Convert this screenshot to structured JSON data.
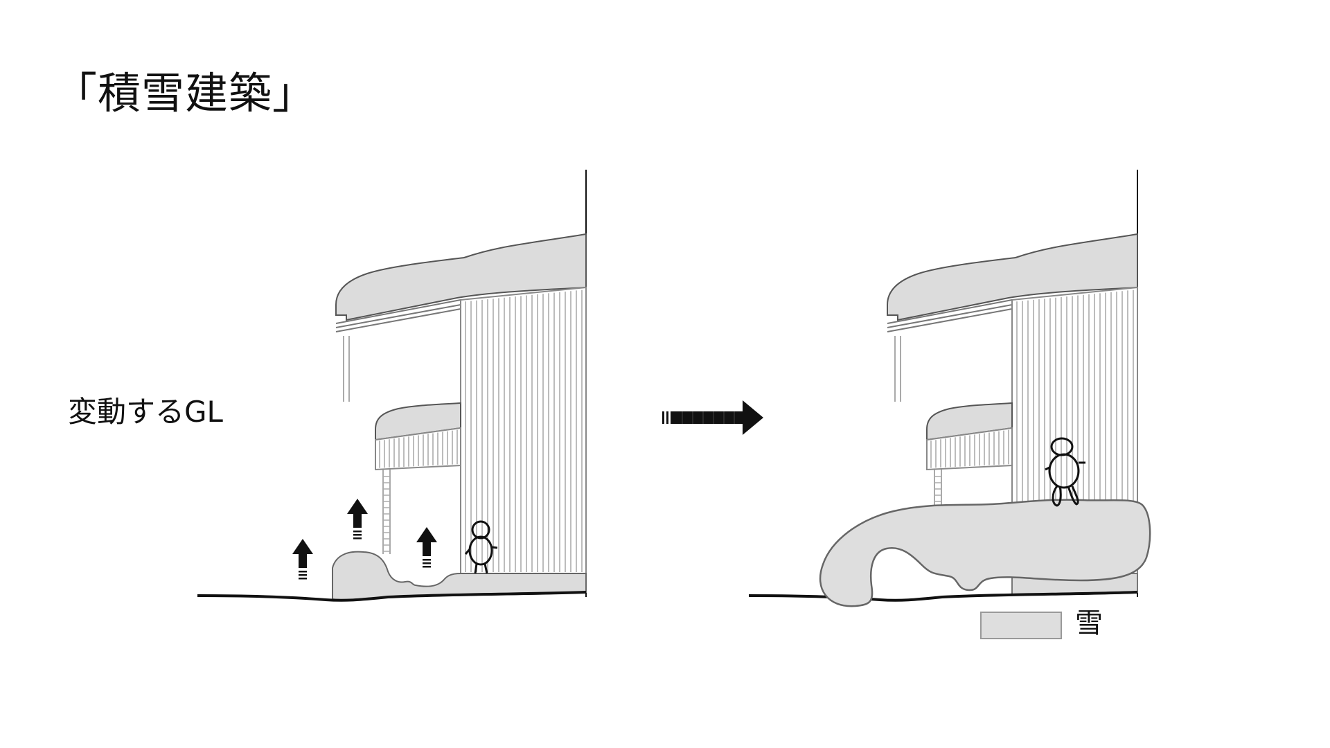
{
  "title": "「積雪建築」",
  "gl_label": "変動するGL",
  "legend": {
    "snow_label": "雪"
  },
  "colors": {
    "snow": "#dedede",
    "snow_edge": "#777777",
    "line": "#111111",
    "wall_line": "#9a9a9a",
    "arrow": "#111111"
  },
  "icons": [
    "up-arrow-icon",
    "right-arrow-icon",
    "person-icon"
  ]
}
